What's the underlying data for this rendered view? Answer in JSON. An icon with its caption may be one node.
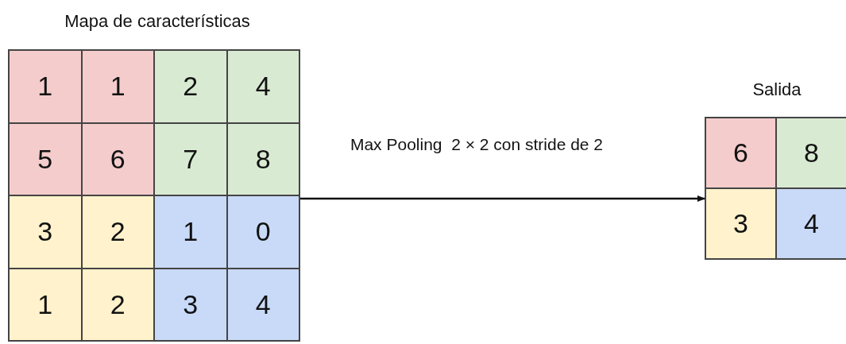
{
  "diagram": {
    "nodes": [
      {
        "text": [
          "Mapa de características"
        ]
      },
      {
        "text": [
          "Salida"
        ]
      }
    ],
    "edges": [
      {
        "from": 0,
        "to": 1,
        "arrow": "to",
        "label": "Max Pooling  2 × 2 con stride de 2"
      }
    ],
    "labels": [
      "1",
      "1",
      "2",
      "4",
      "5",
      "6",
      "7",
      "8",
      "3",
      "2",
      "1",
      "0",
      "1",
      "2",
      "3",
      "4",
      "6",
      "8",
      "3",
      "4"
    ]
  }
}
